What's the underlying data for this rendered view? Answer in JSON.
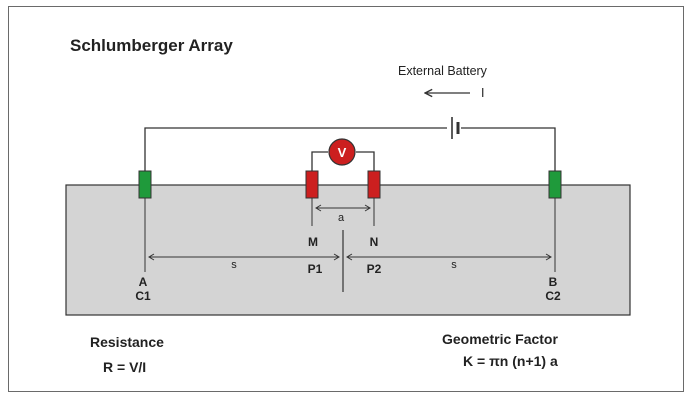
{
  "title": "Schlumberger Array",
  "battery": {
    "label": "External Battery",
    "current_label": "I"
  },
  "voltmeter": {
    "symbol": "V"
  },
  "spacing": {
    "a": "a",
    "s_left": "s",
    "s_right": "s"
  },
  "electrodes": {
    "potential_left": {
      "letter": "M",
      "name": "P1"
    },
    "potential_right": {
      "letter": "N",
      "name": "P2"
    },
    "current_left": {
      "letter": "A",
      "name": "C1"
    },
    "current_right": {
      "letter": "B",
      "name": "C2"
    }
  },
  "resistance": {
    "heading": "Resistance",
    "formula": "R = V/I"
  },
  "geometric_factor": {
    "heading": "Geometric Factor",
    "formula": "K = πn (n+1) a"
  },
  "colors": {
    "ground": "#d4d4d4",
    "current_electrode": "#1f9a3b",
    "potential_electrode": "#cc1f1f",
    "wire": "#333333"
  }
}
